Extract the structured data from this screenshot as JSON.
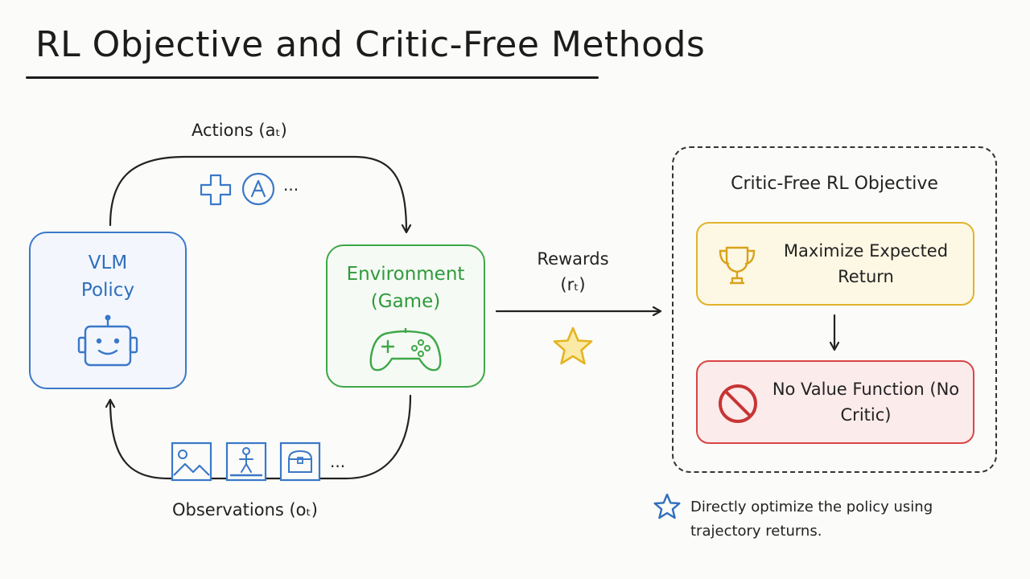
{
  "title": "RL Objective and Critic-Free Methods",
  "loop": {
    "policy_label": [
      "VLM",
      "Policy"
    ],
    "environment_label": [
      "Environment",
      "(Game)"
    ],
    "actions_label": "Actions (aₜ)",
    "actions_ellipsis": "...",
    "observations_label": "Observations (oₜ)",
    "observations_ellipsis": "...",
    "rewards_label": [
      "Rewards",
      "(rₜ)"
    ]
  },
  "critic_panel": {
    "title": "Critic-Free RL Objective",
    "objective_card": "Maximize Expected Return",
    "constraint_card": "No Value Function (No Critic)"
  },
  "footnote": "Directly optimize the policy using trajectory returns.",
  "colors": {
    "policy": "#3a78c9",
    "environment": "#3ea748",
    "reward_star": "#e5b422",
    "objective": "#e1b22d",
    "constraint": "#d94545",
    "footnote_star": "#2f6fbd"
  },
  "icons": {
    "policy": "robot-icon",
    "environment": "gamepad-icon",
    "actions": [
      "dpad-icon",
      "a-button-icon"
    ],
    "observations": [
      "landscape-icon",
      "character-icon",
      "chest-icon"
    ],
    "reward": "star-icon",
    "objective": "trophy-icon",
    "constraint": "prohibited-icon",
    "footnote": "star-outline-icon"
  }
}
